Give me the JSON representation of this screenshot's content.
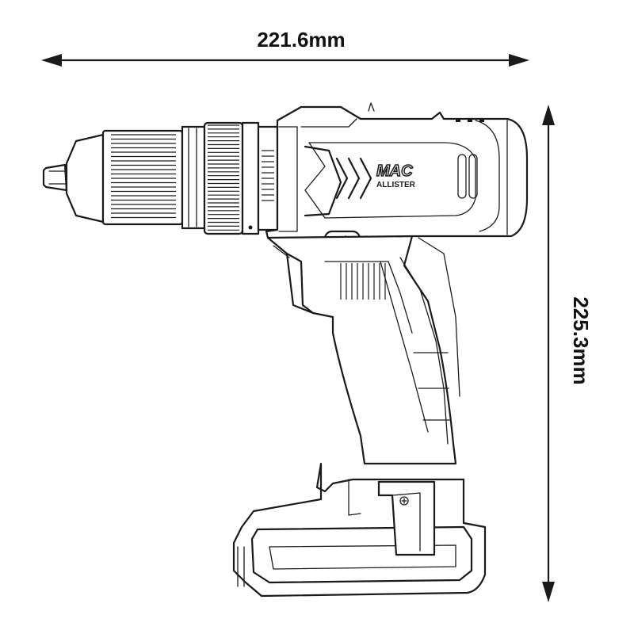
{
  "dimensions": {
    "width_label": "221.6mm",
    "height_label": "225.3mm"
  },
  "logo": {
    "line1": "MAC",
    "line2": "ALLISTER"
  },
  "colors": {
    "line": "#1a1a1a",
    "background": "#ffffff"
  }
}
